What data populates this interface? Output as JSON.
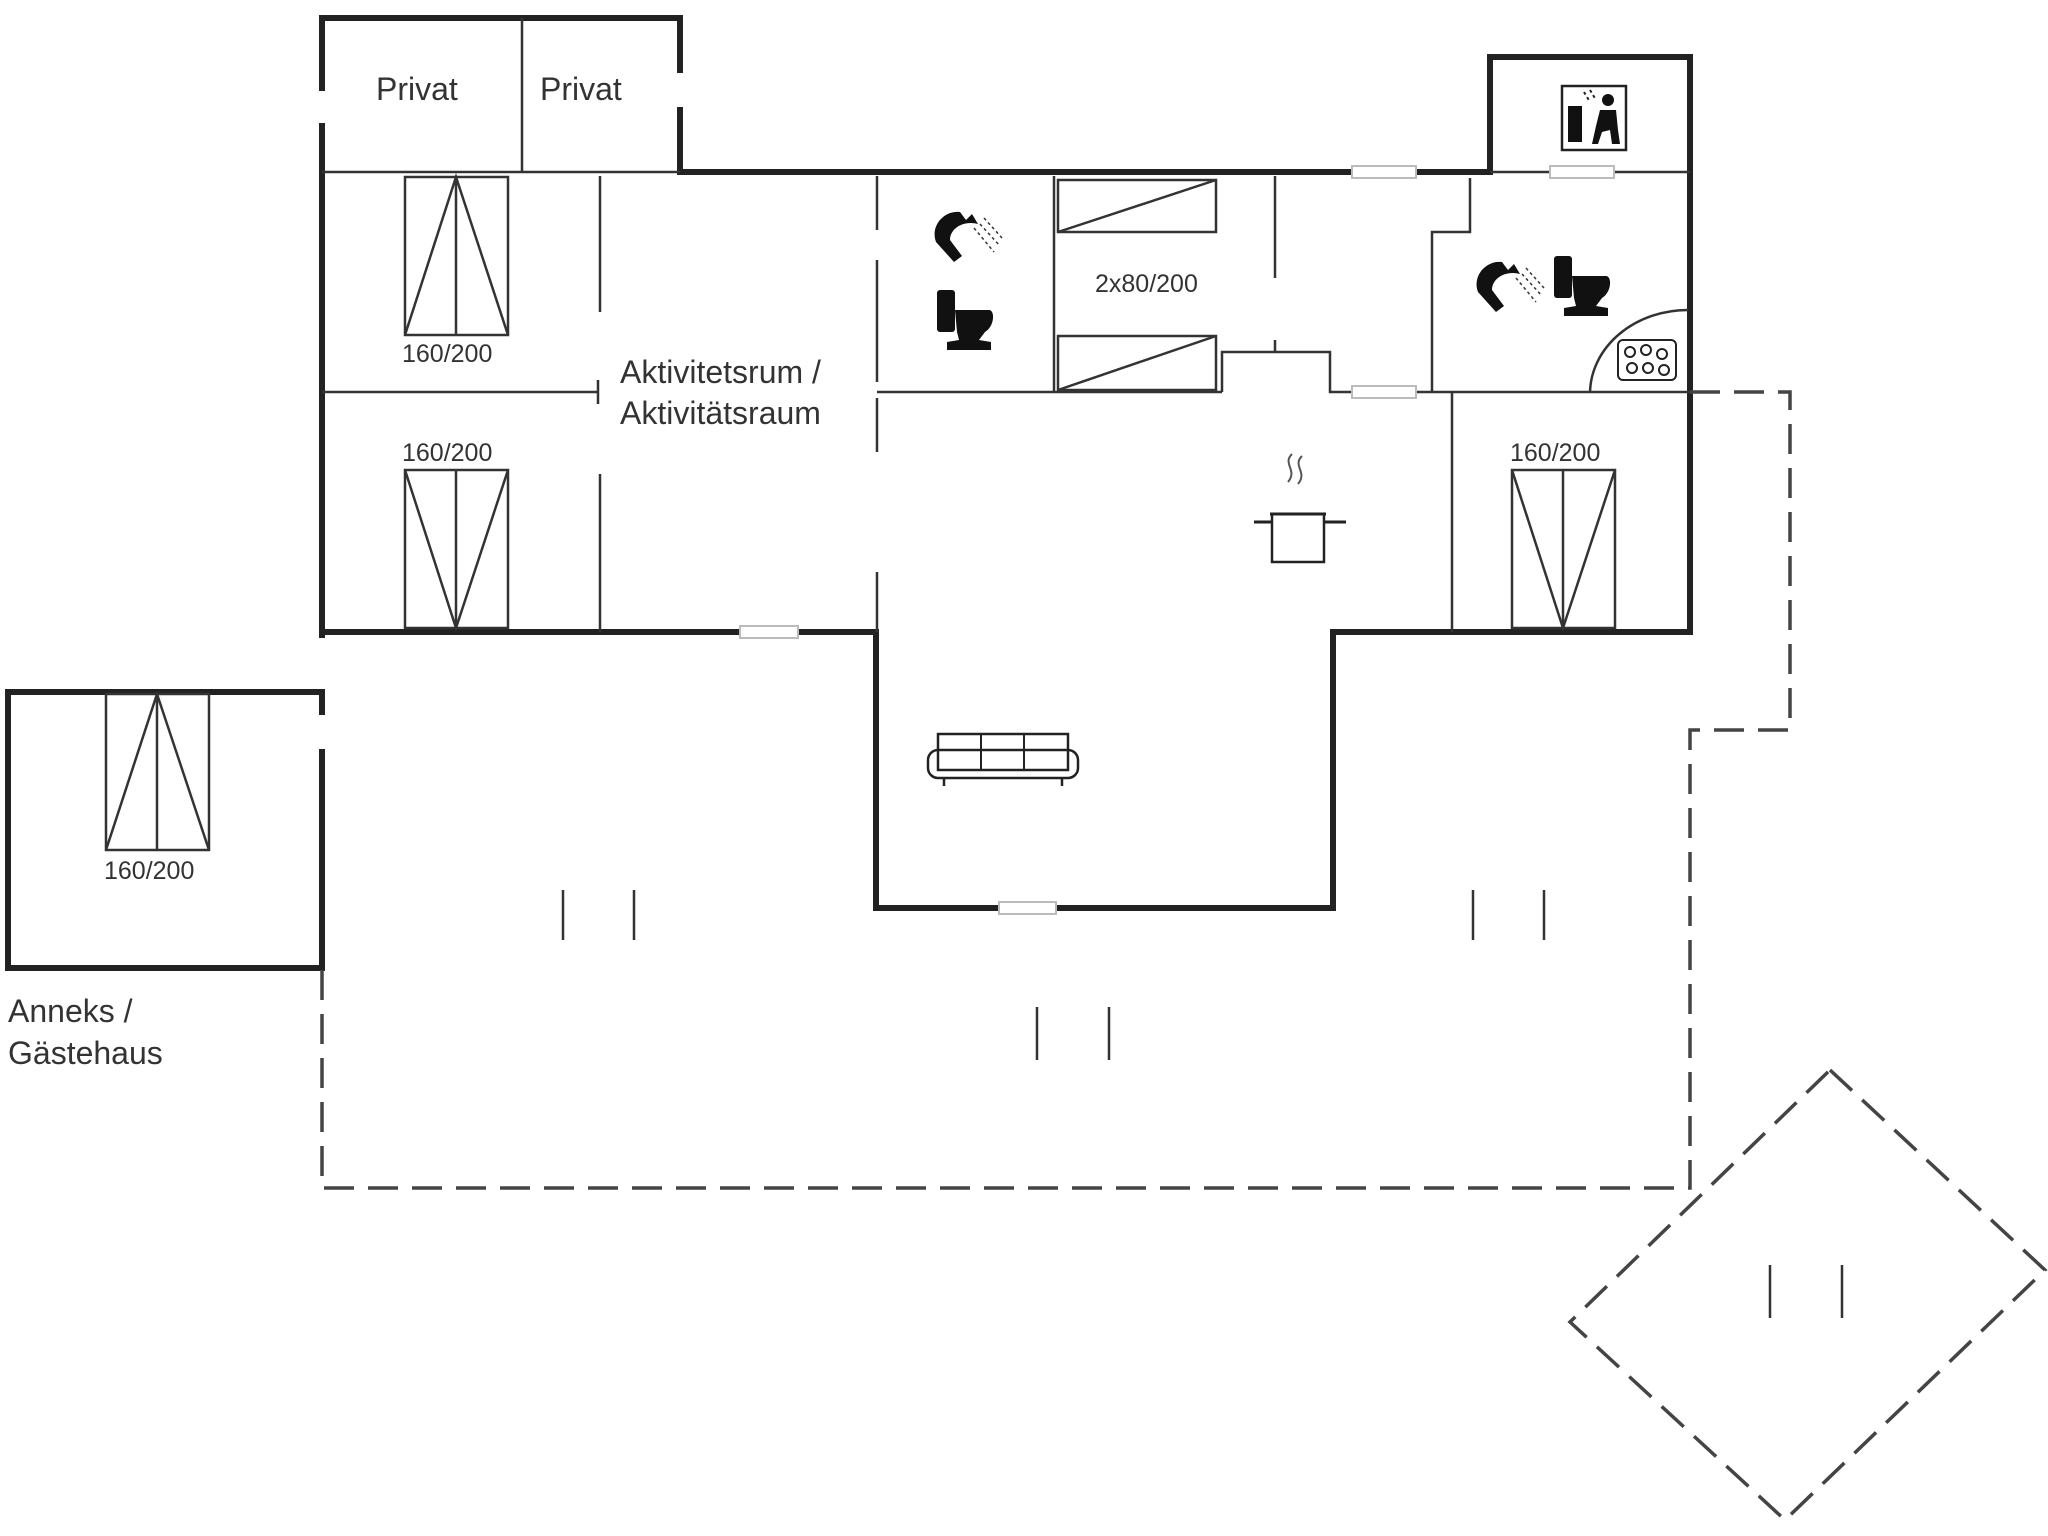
{
  "labels": {
    "privat_1": "Privat",
    "privat_2": "Privat",
    "activity_line1": "Aktivitetsrum /",
    "activity_line2": "Aktivitätsraum",
    "annex_line1": "Anneks /",
    "annex_line2": "Gästehaus"
  },
  "beds": {
    "bed_nw": "160/200",
    "bed_sw": "160/200",
    "bed_e": "160/200",
    "bed_annex": "160/200",
    "bunk": "2x80/200"
  },
  "icons": {
    "shower": "shower-icon",
    "toilet": "toilet-icon",
    "sauna": "sauna-icon",
    "whirlpool": "whirlpool-icon",
    "cooking": "cooking-pot-icon",
    "sofa": "sofa-icon"
  },
  "colors": {
    "wall": "#222222",
    "background": "#ffffff"
  }
}
